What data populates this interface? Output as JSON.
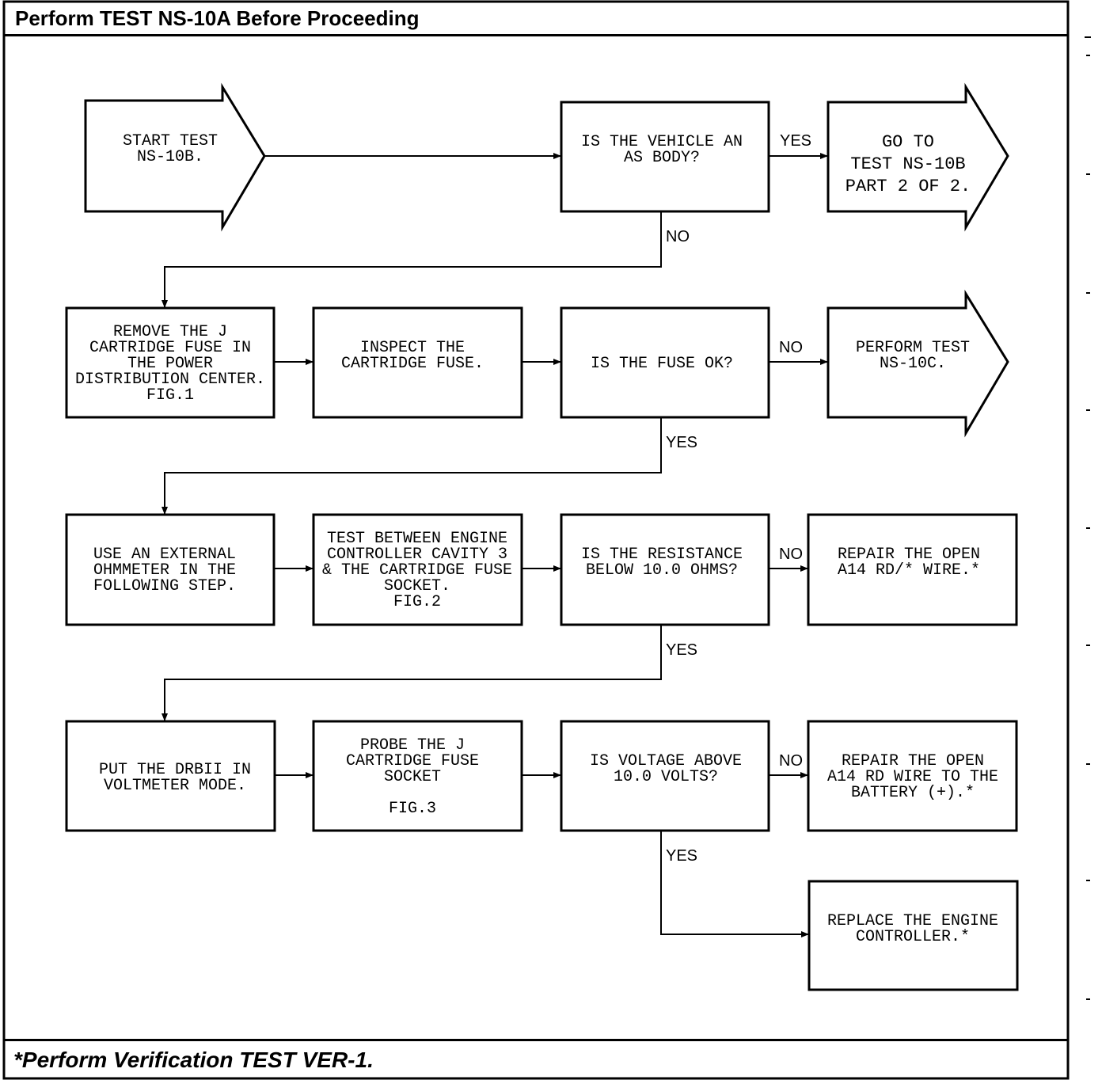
{
  "header": {
    "title": "Perform TEST NS-10A Before Proceeding"
  },
  "footer": {
    "note": "*Perform Verification TEST VER-1."
  },
  "nodes": {
    "start": [
      "START TEST",
      "NS-10B."
    ],
    "q_body": [
      "IS THE VEHICLE AN",
      "AS BODY?"
    ],
    "goto_part2": [
      "GO TO",
      "TEST NS-10B",
      "PART 2 OF 2."
    ],
    "remove_fuse": [
      "REMOVE THE J",
      "CARTRIDGE FUSE IN",
      "THE POWER",
      "DISTRIBUTION CENTER.",
      "FIG.1"
    ],
    "inspect_fuse": [
      "INSPECT THE",
      "CARTRIDGE FUSE."
    ],
    "q_fuse_ok": [
      "IS THE FUSE OK?"
    ],
    "perform_10c": [
      "PERFORM TEST",
      "NS-10C."
    ],
    "use_ohmmeter": [
      "USE AN EXTERNAL",
      "OHMMETER IN THE",
      "FOLLOWING STEP."
    ],
    "test_between": [
      "TEST BETWEEN ENGINE",
      "CONTROLLER CAVITY 3",
      "& THE CARTRIDGE FUSE",
      "SOCKET.",
      "FIG.2"
    ],
    "q_resistance": [
      "IS THE RESISTANCE",
      "BELOW 10.0 OHMS?"
    ],
    "repair_rd_star": [
      "REPAIR THE OPEN",
      "A14 RD/* WIRE.*"
    ],
    "put_drbii": [
      "PUT THE DRBII IN",
      "VOLTMETER MODE."
    ],
    "probe_socket": [
      "PROBE THE J",
      "CARTRIDGE FUSE",
      "SOCKET",
      "",
      "FIG.3"
    ],
    "q_voltage": [
      "IS VOLTAGE ABOVE",
      "10.0 VOLTS?"
    ],
    "repair_rd_batt": [
      "REPAIR THE OPEN",
      "A14 RD WIRE TO THE",
      "BATTERY (+).*"
    ],
    "replace_controller": [
      "REPLACE THE ENGINE",
      "CONTROLLER.*"
    ]
  },
  "edge_labels": {
    "body_yes": "YES",
    "body_no": "NO",
    "fuse_no": "NO",
    "fuse_yes": "YES",
    "res_no": "NO",
    "res_yes": "YES",
    "volt_no": "NO",
    "volt_yes": "YES"
  }
}
